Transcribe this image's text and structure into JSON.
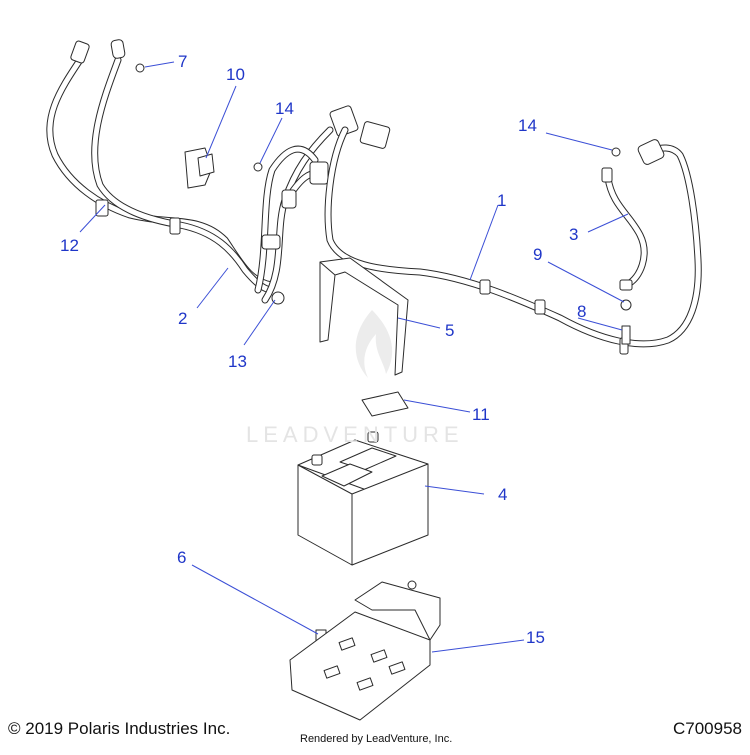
{
  "diagram": {
    "callouts": [
      "1",
      "2",
      "3",
      "4",
      "5",
      "6",
      "7",
      "8",
      "9",
      "10",
      "11",
      "12",
      "13",
      "14",
      "14",
      "15"
    ]
  },
  "watermark": "LEADVENTURE",
  "footer": {
    "copyright": "© 2019 Polaris Industries Inc.",
    "rendered_by": "Rendered by LeadVenture, Inc.",
    "diagram_code": "C700958"
  },
  "colors": {
    "callout": "#1f36c8",
    "leader": "#3b4fd6",
    "line_art": "#2b2b2b"
  }
}
